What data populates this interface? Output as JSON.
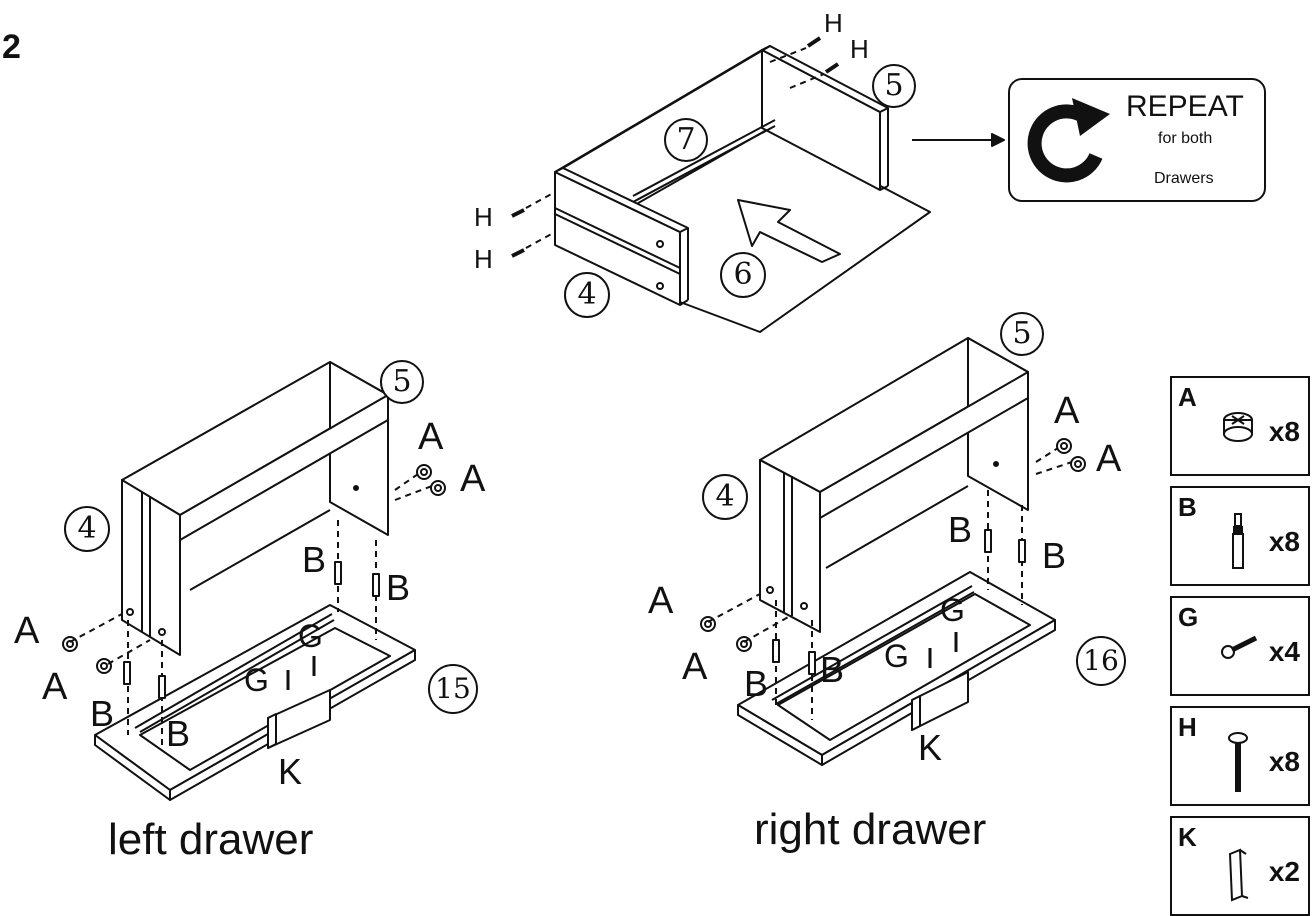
{
  "step": "2",
  "repeat": {
    "line1": "REPEAT",
    "line2": "for both",
    "line3": "Drawers"
  },
  "panels": {
    "p4": "4",
    "p5": "5",
    "p6": "6",
    "p7": "7",
    "p15": "15",
    "p16": "16"
  },
  "letters": {
    "A": "A",
    "B": "B",
    "G": "G",
    "H": "H",
    "K": "K"
  },
  "captions": {
    "left": "left drawer",
    "right": "right drawer"
  },
  "parts": [
    {
      "label": "A",
      "qty": "x8",
      "icon": "cam-lock-icon"
    },
    {
      "label": "B",
      "qty": "x8",
      "icon": "dowel-bolt-icon"
    },
    {
      "label": "G",
      "qty": "x4",
      "icon": "short-screw-icon"
    },
    {
      "label": "H",
      "qty": "x8",
      "icon": "long-screw-icon"
    },
    {
      "label": "K",
      "qty": "x2",
      "icon": "handle-bracket-icon"
    }
  ]
}
